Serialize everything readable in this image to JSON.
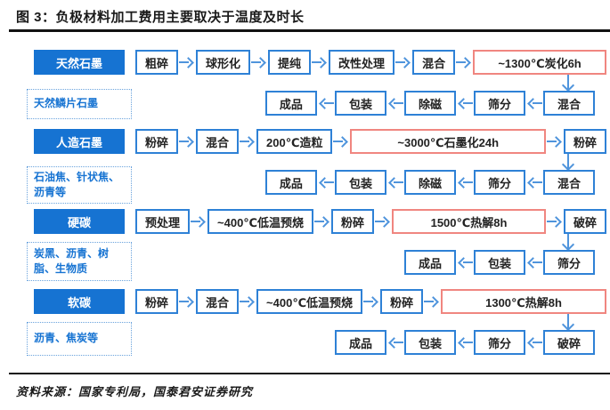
{
  "figure": {
    "title": "图 3：负极材料加工费用主要取决于温度及时长",
    "source": "资料来源：国家专利局，国泰君安证券研究"
  },
  "colors": {
    "category_bg": "#1673d2",
    "process_box_border": "#2e81d6",
    "arrow": "#4f94dc",
    "high_temp_box_border": "#f08680",
    "material_label_text": "#1673d2"
  },
  "rows": [
    {
      "category": "天然石墨",
      "materials": "天然鳞片石墨",
      "process": [
        "粗碎",
        "球形化",
        "提纯",
        "改性处理",
        "混合",
        "~1300℃炭化6h"
      ],
      "output": [
        "成品",
        "包装",
        "除磁",
        "筛分",
        "混合"
      ]
    },
    {
      "category": "人造石墨",
      "materials": "石油焦、针状焦、沥青等",
      "process": [
        "粉碎",
        "混合",
        "200℃造粒",
        "~3000℃石墨化24h",
        "粉碎"
      ],
      "output": [
        "成品",
        "包装",
        "除磁",
        "筛分",
        "混合"
      ]
    },
    {
      "category": "硬碳",
      "materials": "炭黑、沥青、树脂、生物质",
      "process": [
        "预处理",
        "~400℃低温预烧",
        "粉碎",
        "1500℃热解8h",
        "破碎"
      ],
      "output": [
        "成品",
        "包装",
        "筛分"
      ]
    },
    {
      "category": "软碳",
      "materials": "沥青、焦炭等",
      "process": [
        "粉碎",
        "混合",
        "~400℃低温预烧",
        "粉碎",
        "1300℃热解8h"
      ],
      "output": [
        "成品",
        "包装",
        "筛分",
        "破碎"
      ]
    }
  ]
}
